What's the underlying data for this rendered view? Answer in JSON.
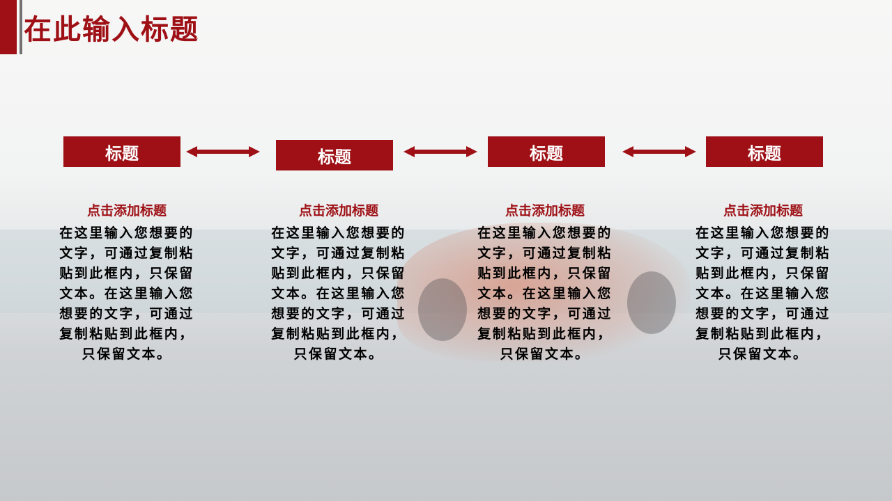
{
  "title": "在此输入标题",
  "colors": {
    "accent": "#9e1015",
    "divider": "#767171"
  },
  "steps": [
    {
      "label": "标题",
      "heading": "点击添加标题",
      "body": "在这里输入您想要的文字，可通过复制粘贴到此框内，只保留文本。在这里输入您想要的文字，可通过复制粘贴到此框内，只保留文本。"
    },
    {
      "label": "标题",
      "heading": "点击添加标题",
      "body": "在这里输入您想要的文字，可通过复制粘贴到此框内，只保留文本。在这里输入您想要的文字，可通过复制粘贴到此框内，只保留文本。"
    },
    {
      "label": "标题",
      "heading": "点击添加标题",
      "body": "在这里输入您想要的文字，可通过复制粘贴到此框内，只保留文本。在这里输入您想要的文字，可通过复制粘贴到此框内，只保留文本。"
    },
    {
      "label": "标题",
      "heading": "点击添加标题",
      "body": "在这里输入您想要的文字，可通过复制粘贴到此框内，只保留文本。在这里输入您想要的文字，可通过复制粘贴到此框内，只保留文本。"
    }
  ],
  "arrow_icon": "double-arrow-icon"
}
